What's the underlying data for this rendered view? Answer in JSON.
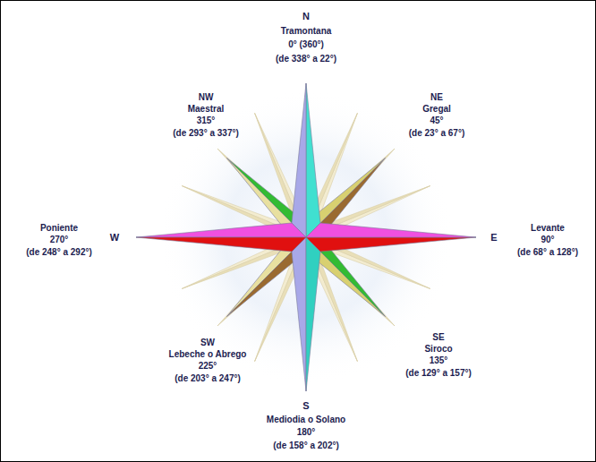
{
  "diagram": {
    "labels": [
      "N",
      "Tramontana",
      "0° (360°)",
      "(de 338° a 22°)",
      "NW",
      "Maestral",
      "315°",
      "(de 293° a 337°)",
      "NE",
      "Gregal",
      "45°",
      "(de 23° a 67°)",
      "Poniente",
      "270°",
      "(de 248° a 292°)",
      "W",
      "E",
      "Levante",
      "90°",
      "(de 68° a 128°)",
      "SW",
      "Lebeche o Abrego",
      "225°",
      "(de 203° a 247°)",
      "SE",
      "Siroco",
      "135°",
      "(de 129° a 157°)",
      "S",
      "Mediodia o Solano",
      "180°",
      "(de 158° a 202°)"
    ]
  }
}
